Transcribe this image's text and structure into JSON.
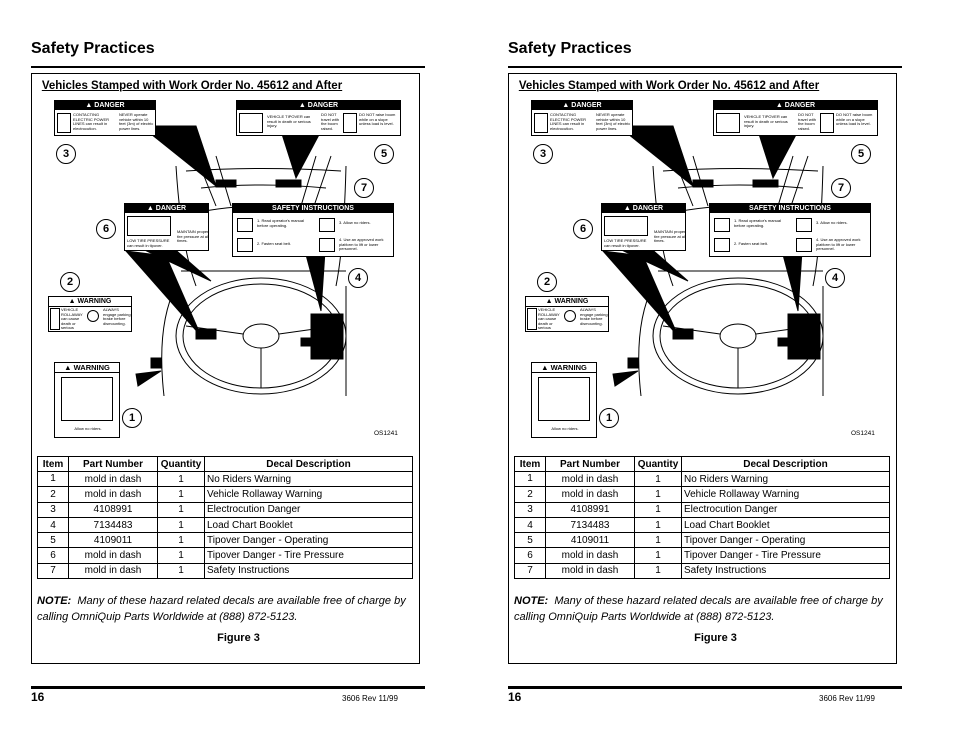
{
  "pages": [
    {
      "side": "left"
    },
    {
      "side": "right"
    }
  ],
  "doc": {
    "title": "Safety Practices",
    "subheading": "Vehicles Stamped with Work Order No. 45612 and After",
    "figure_code": "OS1241",
    "figure_label": "Figure 3",
    "note_label": "NOTE:",
    "note_text": "Many of these hazard related decals are available free of charge by calling OmniQuip Parts Worldwide at (888) 872-5123.",
    "page_number": "16",
    "revision": "3606  Rev  11/99"
  },
  "decals": {
    "danger_label": "DANGER",
    "warning_label": "WARNING",
    "safety_label": "SAFETY INSTRUCTIONS",
    "elec_lines": "CONTACTING ELECTRIC POWER LINES can result in electrocution.",
    "elec_never": "NEVER operate vehicle within 10 feet (3m) of electric power lines.",
    "tip_vehicle": "VEHICLE TIPOVER can result in death or serious injury.",
    "tip_donot_travel": "DO NOT travel with the boom raised.",
    "tip_donot_raise": "DO NOT raise boom while on a slope unless load is level.",
    "tire_caption": "LOW TIRE PRESSURE can result in tipover.",
    "tire_maintain": "MAINTAIN proper tire pressure at all times.",
    "safety_1": "1. Read operator's manual before operating.",
    "safety_2": "2. Fasten seat belt.",
    "safety_3": "3. Allow no riders.",
    "safety_4": "4. Use an approved work platform to lift or lower personnel.",
    "roll_text": "VEHICLE ROLLAWAY can cause death or serious injury.",
    "roll_always": "ALWAYS engage parking brake before dismounting.",
    "riders_caption": "Allow no riders."
  },
  "callouts": [
    "1",
    "2",
    "3",
    "4",
    "5",
    "6",
    "7"
  ],
  "table": {
    "headers": [
      "Item",
      "Part Number",
      "Quantity",
      "Decal Description"
    ],
    "rows": [
      [
        "1",
        "mold in dash",
        "1",
        "No Riders Warning"
      ],
      [
        "2",
        "mold in dash",
        "1",
        "Vehicle Rollaway Warning"
      ],
      [
        "3",
        "4108991",
        "1",
        "Electrocution Danger"
      ],
      [
        "4",
        "7134483",
        "1",
        "Load Chart Booklet"
      ],
      [
        "5",
        "4109011",
        "1",
        "Tipover Danger - Operating"
      ],
      [
        "6",
        "mold in dash",
        "1",
        "Tipover Danger - Tire Pressure"
      ],
      [
        "7",
        "mold in dash",
        "1",
        "Safety Instructions"
      ]
    ]
  }
}
